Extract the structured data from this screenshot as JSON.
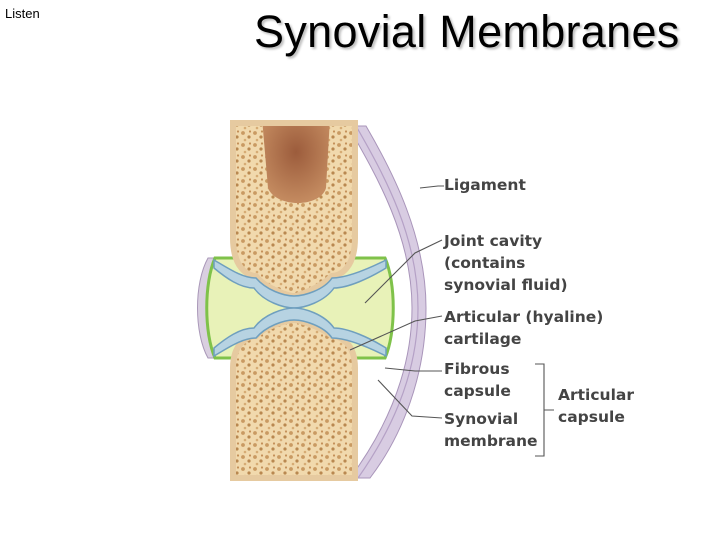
{
  "header": {
    "listen_label": "Listen",
    "title": "Synovial Membranes"
  },
  "diagram": {
    "labels": {
      "ligament": "Ligament",
      "joint_cavity": "Joint cavity\n(contains\nsynovial fluid)",
      "articular_cartilage": "Articular (hyaline)\ncartilage",
      "fibrous_capsule": "Fibrous\ncapsule",
      "synovial_membrane": "Synovial\nmembrane",
      "articular_capsule": "Articular\ncapsule"
    },
    "colors": {
      "bone_shell": "#f3dfb8",
      "spongy_bone": "#e2bf88",
      "marrow": "#b27650",
      "cartilage": "#b9d4e0",
      "synovial_fluid": "#e6f2b8",
      "synovial_membrane": "#7fc24a",
      "ligament": "#c9b8d4",
      "leader_line": "#555555"
    }
  }
}
